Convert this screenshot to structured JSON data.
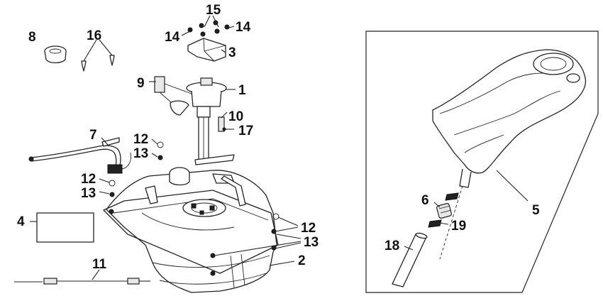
{
  "callouts": [
    {
      "id": "c1",
      "text": "1"
    },
    {
      "id": "c2",
      "text": "2"
    },
    {
      "id": "c3",
      "text": "3"
    },
    {
      "id": "c4",
      "text": "4"
    },
    {
      "id": "c5",
      "text": "5"
    },
    {
      "id": "c6",
      "text": "6"
    },
    {
      "id": "c7",
      "text": "7"
    },
    {
      "id": "c8",
      "text": "8"
    },
    {
      "id": "c9",
      "text": "9"
    },
    {
      "id": "c10",
      "text": "10"
    },
    {
      "id": "c11",
      "text": "11"
    },
    {
      "id": "c12a",
      "text": "12"
    },
    {
      "id": "c12b",
      "text": "12"
    },
    {
      "id": "c12c",
      "text": "12"
    },
    {
      "id": "c13a",
      "text": "13"
    },
    {
      "id": "c13b",
      "text": "13"
    },
    {
      "id": "c13c",
      "text": "13"
    },
    {
      "id": "c14a",
      "text": "14"
    },
    {
      "id": "c14b",
      "text": "14"
    },
    {
      "id": "c15",
      "text": "15"
    },
    {
      "id": "c16",
      "text": "16"
    },
    {
      "id": "c17",
      "text": "17"
    },
    {
      "id": "c18",
      "text": "18"
    },
    {
      "id": "c19",
      "text": "19"
    }
  ]
}
